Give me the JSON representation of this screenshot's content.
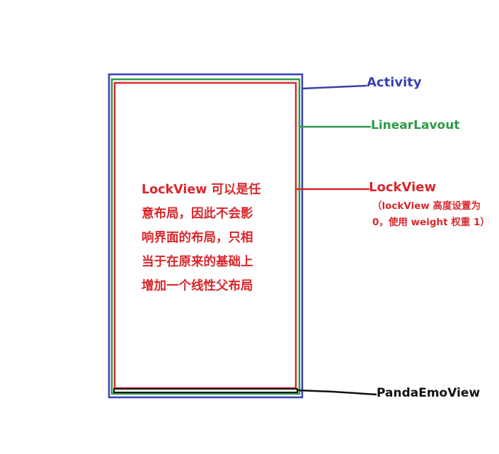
{
  "colors": {
    "activity": "#3b3fb0",
    "linear_layout": "#2e9a48",
    "lock_view": "#d9262b",
    "panda_emo_view": "#111111",
    "background": "#ffffff"
  },
  "labels": {
    "activity": "Activity",
    "linear_layout": "LinearLavout",
    "lock_view": "LockView",
    "panda_emo_view": "PandaEmoView"
  },
  "lock_view_note": "（lockView 高度设置为0，使用 weight 权重 1）",
  "description_lines": [
    "LockView 可以是任",
    "意布局，因此不会影",
    "响界面的布局，只相",
    "当于在原来的基础上",
    "增加一个线性父布局"
  ]
}
